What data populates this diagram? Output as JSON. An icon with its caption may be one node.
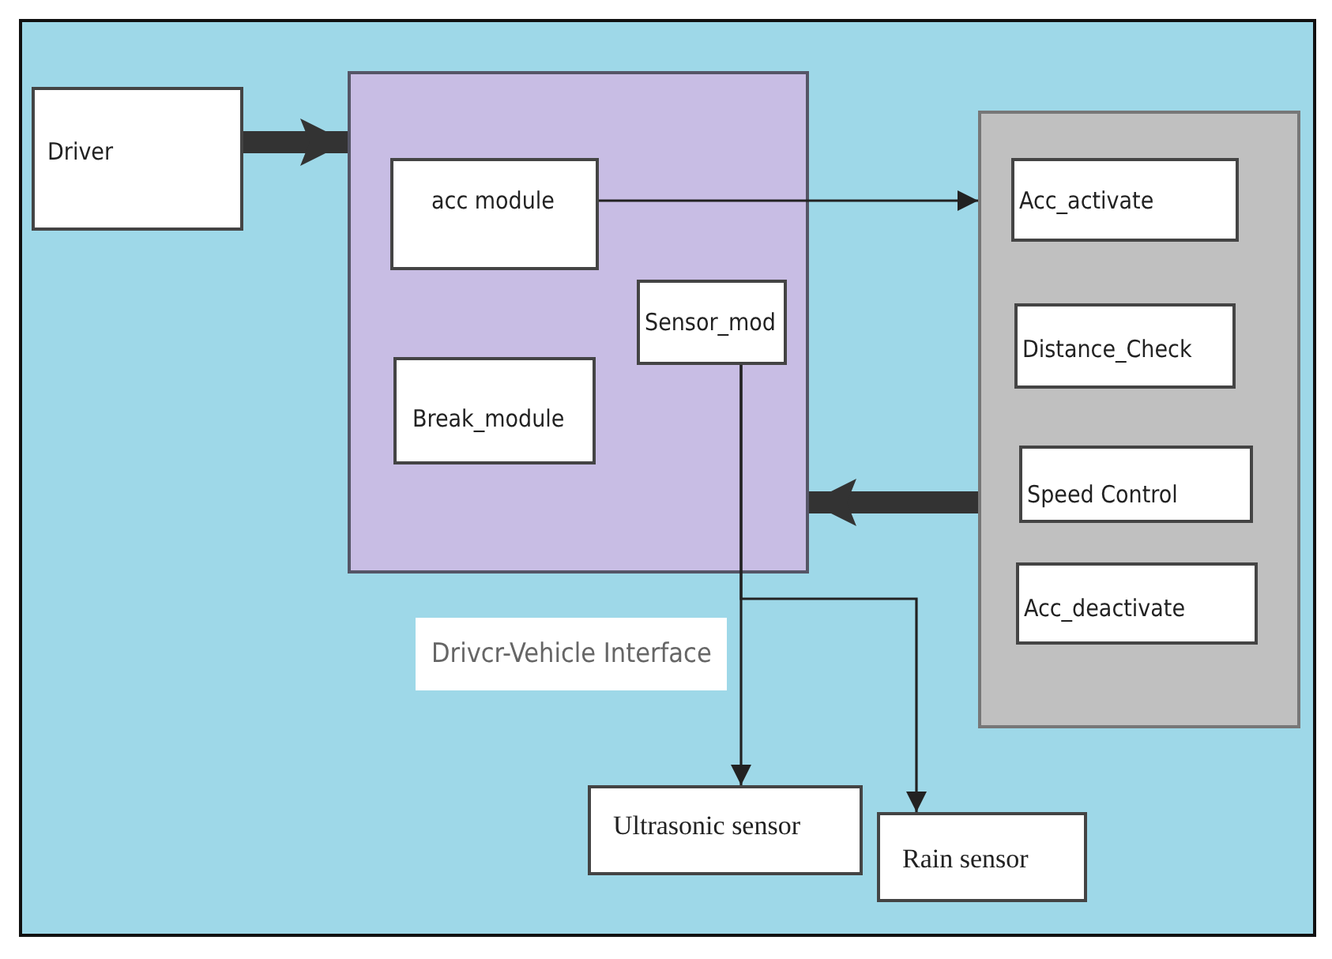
{
  "diagram": {
    "nodes": [
      {
        "text": [
          "Driver"
        ]
      },
      {
        "text": [
          "Drivcr-Vehicle Interface"
        ]
      },
      {
        "text": [
          "acc module"
        ],
        "in": 1
      },
      {
        "text": [
          "Sensor_mod"
        ],
        "in": 1
      },
      {
        "text": [
          "Break_module"
        ],
        "in": 1
      },
      {
        "text": [],
        "shape": "box"
      },
      {
        "text": [
          "Acc_activate"
        ],
        "in": 5
      },
      {
        "text": [
          "Distance_Check"
        ],
        "in": 5
      },
      {
        "text": [
          "Speed Control"
        ],
        "in": 5
      },
      {
        "text": [
          "Acc_deactivate"
        ],
        "in": 5
      },
      {
        "text": [
          "Ultrasonic sensor"
        ]
      },
      {
        "text": [
          "Rain sensor"
        ]
      }
    ],
    "edges": [
      {
        "from": 0,
        "to": 1,
        "arrow": "to",
        "style": "thick"
      },
      {
        "from": 2,
        "to": 5,
        "arrow": "to"
      },
      {
        "from": 5,
        "to": 1,
        "arrow": "to",
        "style": "thick"
      },
      {
        "from": 3,
        "to": 10,
        "arrow": "to"
      },
      {
        "from": 3,
        "to": 11,
        "arrow": "to"
      }
    ]
  }
}
